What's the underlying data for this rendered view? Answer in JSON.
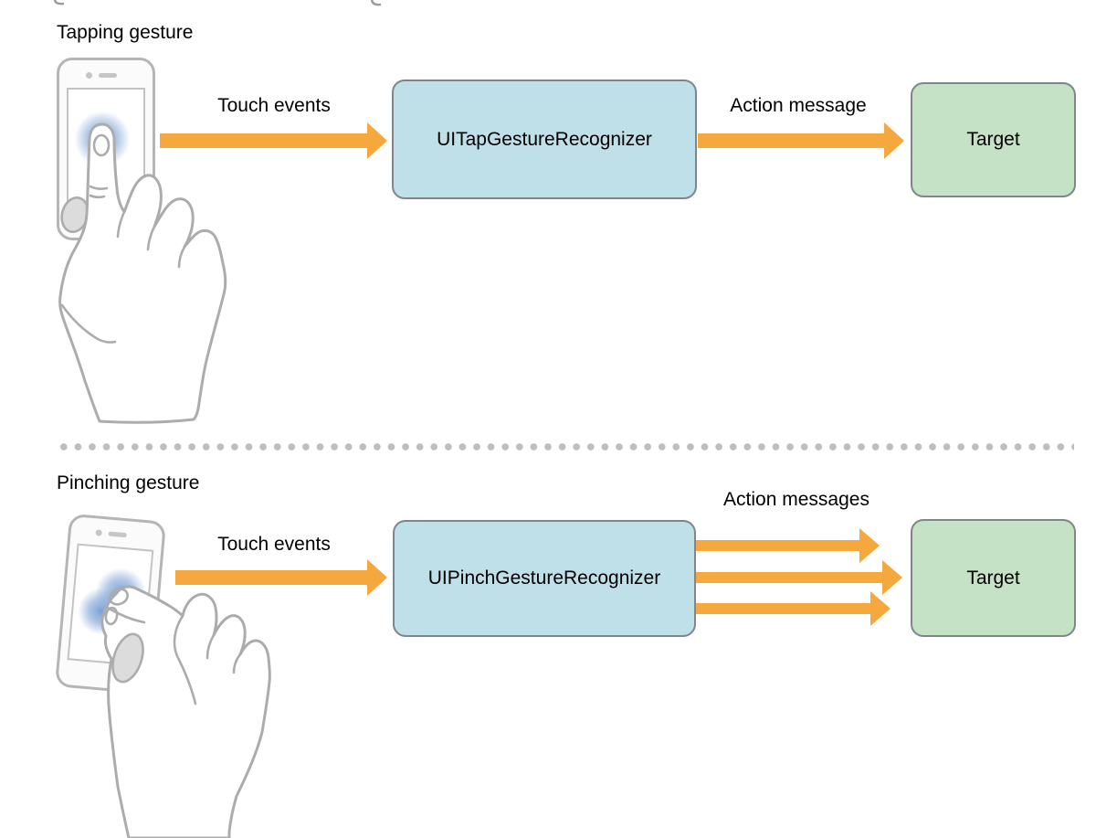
{
  "rows": [
    {
      "title": "Tapping gesture",
      "icon": "tapping-hand-on-phone-icon",
      "touch_arrow_label": "Touch events",
      "recognizer_label": "UITapGestureRecognizer",
      "action_arrow_label": "Action message",
      "action_arrow_count": 1,
      "target_label": "Target"
    },
    {
      "title": "Pinching gesture",
      "icon": "pinching-hand-on-phone-icon",
      "touch_arrow_label": "Touch events",
      "recognizer_label": "UIPinchGestureRecognizer",
      "action_arrow_label": "Action messages",
      "action_arrow_count": 3,
      "target_label": "Target"
    }
  ],
  "colors": {
    "arrow": "#f5a83e",
    "recognizer-fill": "#bfdfe9",
    "target-fill": "#c5e1c6",
    "box-border": "#7e868b",
    "dot": "#bebebe",
    "phone-line": "#b5b5b5",
    "hand-line": "#acacac",
    "text": "#000000"
  }
}
